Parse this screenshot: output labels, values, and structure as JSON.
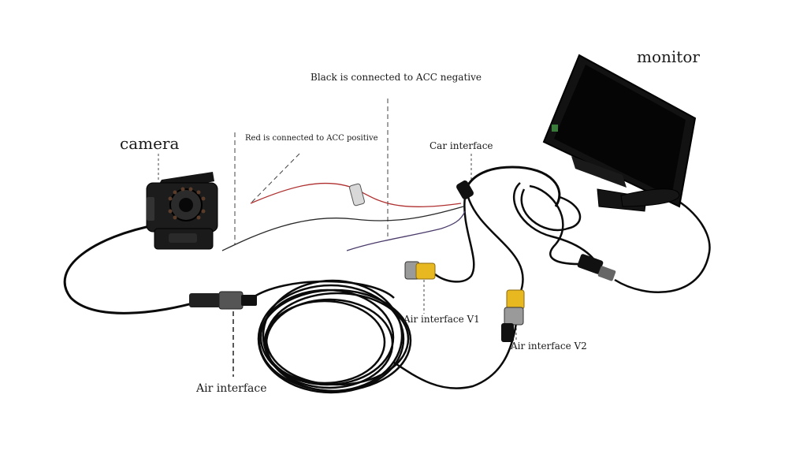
{
  "labels": {
    "camera": "camera",
    "monitor": "monitor",
    "black_acc": "Black is connected to ACC negative",
    "red_acc": "Red is connected to ACC positive",
    "car_interface": "Car interface",
    "air_interface": "Air interface",
    "air_interface_v1": "Air interface V1",
    "air_interface_v2": "Air interface V2"
  },
  "colors": {
    "cable": "#0a0a0a",
    "connector_yellow": "#e8b820",
    "wire_red": "#b03030",
    "wire_black": "#333333",
    "guide_line": "#444444",
    "screen": "#050505"
  }
}
